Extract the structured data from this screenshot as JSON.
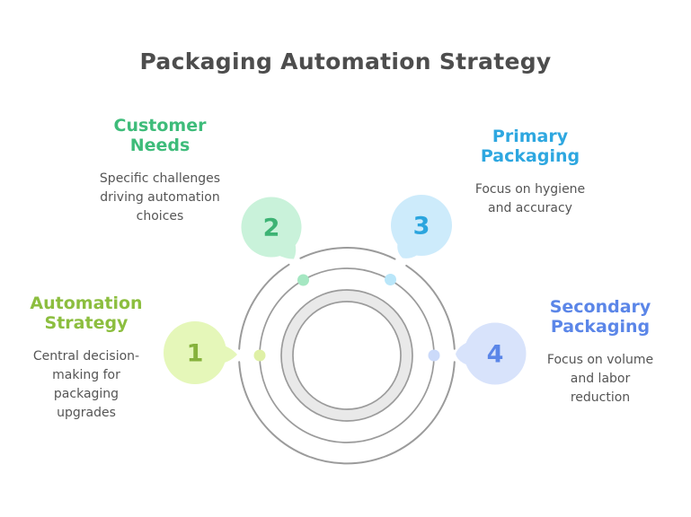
{
  "title": "Packaging Automation Strategy",
  "colors": {
    "title_text": "#4d4d4d",
    "body_text": "#555555",
    "circle_stroke": "#9b9b9b",
    "ring_fill": "#e9e9e9"
  },
  "nodes": [
    {
      "number": "1",
      "title": "Automation Strategy",
      "title_lines": [
        "Automation",
        "Strategy"
      ],
      "desc_lines": [
        "Central decision-",
        "making for",
        "packaging",
        "upgrades"
      ],
      "accent": "#8cbe3f",
      "number_color": "#86b23c",
      "bubble_fill": "#e5f7b9",
      "dot_fill": "#dff0a6"
    },
    {
      "number": "2",
      "title": "Customer Needs",
      "title_lines": [
        "Customer",
        "Needs"
      ],
      "desc_lines": [
        "Specific challenges",
        "driving automation",
        "choices"
      ],
      "accent": "#3ebc7a",
      "number_color": "#3db374",
      "bubble_fill": "#c9f2da",
      "dot_fill": "#a5e7c2"
    },
    {
      "number": "3",
      "title": "Primary Packaging",
      "title_lines": [
        "Primary",
        "Packaging"
      ],
      "desc_lines": [
        "Focus on hygiene",
        "and accuracy"
      ],
      "accent": "#2ea7e0",
      "number_color": "#2ba5de",
      "bubble_fill": "#cdebfb",
      "dot_fill": "#b9e6f9"
    },
    {
      "number": "4",
      "title": "Secondary Packaging",
      "title_lines": [
        "Secondary",
        "Packaging"
      ],
      "desc_lines": [
        "Focus on volume",
        "and labor",
        "reduction"
      ],
      "accent": "#5b86e8",
      "number_color": "#5b86e8",
      "bubble_fill": "#d8e3fb",
      "dot_fill": "#cbdafa"
    }
  ]
}
